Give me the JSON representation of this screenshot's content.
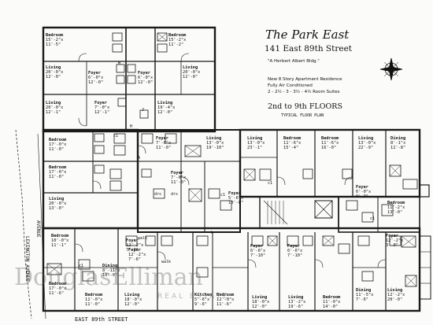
{
  "header": {
    "title": "The Park East",
    "address": "141 East 89th Street",
    "architect": "\"A Herbert Albert Bldg.\"",
    "desc1": "New 8 Story Apartment Residence",
    "desc2": "Fully Air Conditioned",
    "desc3": "2 - 2½ - 3 - 3½ - 4½ Room Suites",
    "floors": "2nd to 9th FLOORS",
    "floors_sub": "TYPICAL FLOOR PLAN"
  },
  "streets": {
    "south": "EAST 89th STREET",
    "west1": "AVENUE",
    "west2": "LEXINGTON AVENUE"
  },
  "watermark": {
    "brand": "DouglasElliman",
    "sub": "REAL ESTATE"
  },
  "rooms": {
    "r1": {
      "name": "Bedroom",
      "dim1": "15'-2\"x",
      "dim2": "11'-5\""
    },
    "r2": {
      "name": "Bedroom",
      "dim1": "15'-2\"x",
      "dim2": "11'-2\""
    },
    "r3": {
      "name": "Living",
      "dim1": "20'-0\"x",
      "dim2": "12'-0\""
    },
    "r4": {
      "name": "Foyer",
      "dim1": "6'-0\"x",
      "dim2": "12'-0\""
    },
    "r5": {
      "name": "Foyer",
      "dim1": "6'-0\"x",
      "dim2": "12'-0\""
    },
    "r6": {
      "name": "Living",
      "dim1": "20'-0\"x",
      "dim2": "12'-0\""
    },
    "r7": {
      "name": "Living",
      "dim1": "20'-0\"x",
      "dim2": "12'-1\""
    },
    "r8": {
      "name": "Foyer",
      "dim1": "7'-0\"x",
      "dim2": "12'-1\""
    },
    "r9": {
      "name": "Living",
      "dim1": "19'-4\"x",
      "dim2": "12'-0\""
    },
    "r10": {
      "name": "Bedroom",
      "dim1": "17'-0\"x",
      "dim2": "11'-0\""
    },
    "r11": {
      "name": "Foyer",
      "dim1": "7'-0\"x",
      "dim2": "11'-0\""
    },
    "r12": {
      "name": "Living",
      "dim1": "13'-0\"x",
      "dim2": "19'-10\""
    },
    "r13": {
      "name": "Living",
      "dim1": "13'-0\"x",
      "dim2": "23'-1\""
    },
    "r14": {
      "name": "Bedroom",
      "dim1": "11'-6\"x",
      "dim2": "15'-4\""
    },
    "r15": {
      "name": "Bedroom",
      "dim1": "11'-6\"x",
      "dim2": "16'-0\""
    },
    "r16": {
      "name": "Living",
      "dim1": "13'-0\"x",
      "dim2": "22'-9\""
    },
    "r17": {
      "name": "Dining",
      "dim1": "8'-1\"x",
      "dim2": "11'-8\""
    },
    "r18": {
      "name": "Bedroom",
      "dim1": "17'-0\"x",
      "dim2": "11'-0\""
    },
    "r19": {
      "name": "Foyer",
      "dim1": "7'-0\"x",
      "dim2": "11'-0\""
    },
    "r20": {
      "name": "Foyer",
      "dim1": "6'-0\"x",
      "dim2": "9'-3\""
    },
    "r21": {
      "name": "Bedroom",
      "dim1": "11'-2\"x",
      "dim2": "13'-0\""
    },
    "r22": {
      "name": "Living",
      "dim1": "20'-0\"x",
      "dim2": "13'-0\""
    },
    "r23": {
      "name": "Foyer",
      "dim1": "5'-6\"x",
      "dim2": "10'-0\""
    },
    "r24": {
      "name": "Bedroom",
      "dim1": "10'-0\"x",
      "dim2": "11'-1\""
    },
    "r25": {
      "name": "Foyer",
      "dim1": "12'-2\"x",
      "dim2": "7'-0\""
    },
    "r26": {
      "name": "Foyer",
      "dim1": "12'-2\"x",
      "dim2": "7'-6\""
    },
    "r27": {
      "name": "Foyer",
      "dim1": "6'-6\"x",
      "dim2": "7'-10\""
    },
    "r28": {
      "name": "Foyer",
      "dim1": "6'-6\"x",
      "dim2": "7'-10\""
    },
    "r29": {
      "name": "Foyer",
      "dim1": "12'-2\"x",
      "dim2": "3'-0\""
    },
    "r30": {
      "name": "Dining",
      "dim1": "8'-11\"x",
      "dim2": "10'-0\""
    },
    "r31": {
      "name": "Bedroom",
      "dim1": "17'-0\"x",
      "dim2": "11'-6\""
    },
    "r32": {
      "name": "Bedroom",
      "dim1": "11'-0\"x",
      "dim2": "11'-0\""
    },
    "r33": {
      "name": "Living",
      "dim1": "18'-0\"x",
      "dim2": "12'-0\""
    },
    "r34": {
      "name": "Kitchen",
      "dim1": "5'-6\"x",
      "dim2": "9'-6\""
    },
    "r35": {
      "name": "Bedroom",
      "dim1": "12'-0\"x",
      "dim2": "11'-6\""
    },
    "r36": {
      "name": "Living",
      "dim1": "18'-0\"x",
      "dim2": "12'-0\""
    },
    "r37": {
      "name": "Living",
      "dim1": "13'-2\"x",
      "dim2": "19'-6\""
    },
    "r38": {
      "name": "Bedroom",
      "dim1": "11'-0\"x",
      "dim2": "14'-0\""
    },
    "r39": {
      "name": "Dining",
      "dim1": "11'-5\"x",
      "dim2": "7'-6\""
    },
    "r40": {
      "name": "Living",
      "dim1": "12'-2\"x",
      "dim2": "20'-0\""
    }
  },
  "tags": {
    "walk": "walk",
    "drs": "drs",
    "c1": "c1",
    "k": "k",
    "j": "J",
    "h": "H",
    "m": "M",
    "a": "A"
  }
}
